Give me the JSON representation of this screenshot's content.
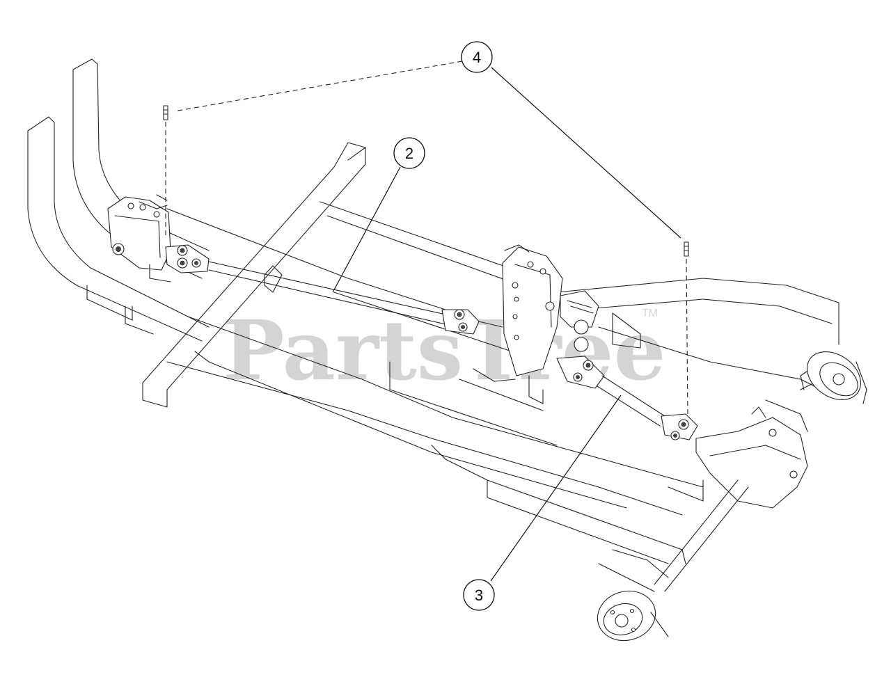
{
  "colors": {
    "line": "#222222",
    "watermark": "#d4d4d4",
    "background": "#ffffff"
  },
  "watermark": {
    "text": "PartsTree",
    "trademark": "TM"
  },
  "callouts": [
    {
      "id": "4",
      "label": "4"
    },
    {
      "id": "2",
      "label": "2"
    },
    {
      "id": "3",
      "label": "3"
    }
  ]
}
